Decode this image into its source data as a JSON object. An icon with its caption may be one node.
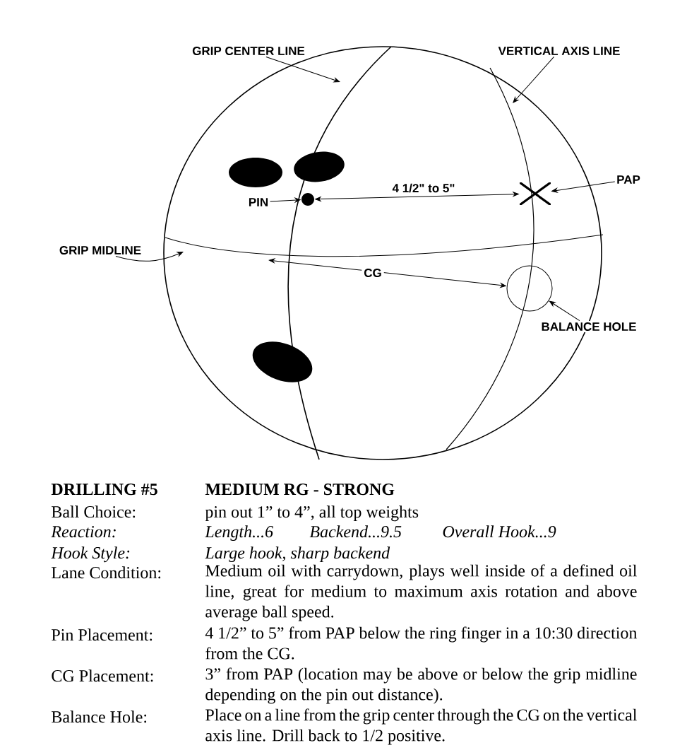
{
  "diagram": {
    "nodes": [
      {
        "text": [
          "GRIP CENTER LINE"
        ]
      },
      {
        "text": [
          "VERTICAL AXIS LINE"
        ]
      },
      {
        "text": [
          "PIN"
        ]
      },
      {
        "text": [],
        "shape": "dot"
      },
      {
        "text": [],
        "shape": "cross"
      },
      {
        "text": [
          "PAP"
        ]
      },
      {
        "text": [
          "GRIP MIDLINE"
        ]
      },
      {
        "text": [],
        "shape": "circle"
      },
      {
        "text": [
          "BALANCE HOLE"
        ]
      }
    ],
    "edges": [
      {
        "from": 0,
        "to": null,
        "arrow": "to"
      },
      {
        "from": 1,
        "to": null,
        "arrow": "to"
      },
      {
        "from": 2,
        "to": 3,
        "arrow": "to"
      },
      {
        "from": 3,
        "to": 4,
        "arrow": "both",
        "label": "4 1/2\" to 5\""
      },
      {
        "from": 5,
        "to": 4,
        "arrow": "to"
      },
      {
        "from": 6,
        "to": null,
        "arrow": "to"
      },
      {
        "from": null,
        "to": 7,
        "arrow": "both",
        "label": "CG"
      },
      {
        "from": 8,
        "to": 7,
        "arrow": "to"
      }
    ],
    "labels": [
      "DRILLING #5",
      "MEDIUM RG - STRONG",
      "Ball Choice:",
      "pin out 1” to 4”, all top weights",
      "Reaction:",
      "Length...6",
      "Backend...9.5",
      "Overall Hook...9",
      "Hook Style:",
      "Large hook, sharp backend",
      "Lane Condition:",
      "Medium oil with carrydown, plays well inside of a defined oil line, great for medium to maximum axis rotation and above average ball speed.",
      "Pin Placement:",
      "4 1/2” to 5” from PAP below the ring finger in a 10:30 direction from the CG.",
      "CG Placement:",
      "3” from PAP (location may be above or below the grip midline depending on the pin out distance).",
      "Balance Hole:",
      "Place on a line from the grip center through the CG on the vertical axis line. Drill back to 1/2 positive."
    ]
  }
}
